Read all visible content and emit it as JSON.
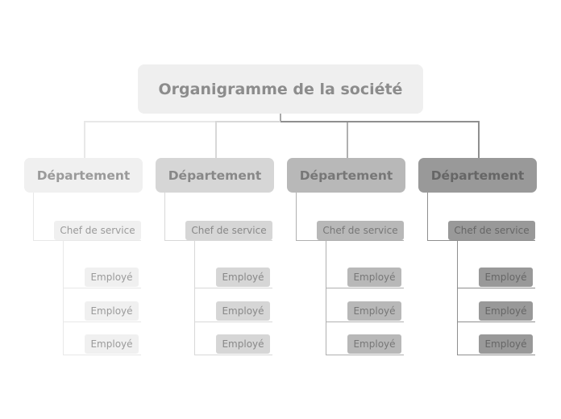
{
  "root": {
    "label": "Organigramme de la société"
  },
  "departments": [
    {
      "label": "Département",
      "chef": "Chef de service",
      "employees": [
        "Employé",
        "Employé",
        "Employé"
      ],
      "fill": "#f0f0f0",
      "text": "#9a9a9a",
      "line": "#e8e8e8"
    },
    {
      "label": "Département",
      "chef": "Chef de service",
      "employees": [
        "Employé",
        "Employé",
        "Employé"
      ],
      "fill": "#d6d6d6",
      "text": "#888888",
      "line": "#d8d8d8"
    },
    {
      "label": "Département",
      "chef": "Chef de service",
      "employees": [
        "Employé",
        "Employé",
        "Employé"
      ],
      "fill": "#b8b8b8",
      "text": "#777777",
      "line": "#b0b0b0"
    },
    {
      "label": "Département",
      "chef": "Chef de service",
      "employees": [
        "Employé",
        "Employé",
        "Employé"
      ],
      "fill": "#999999",
      "text": "#666666",
      "line": "#8f8f8f"
    }
  ]
}
